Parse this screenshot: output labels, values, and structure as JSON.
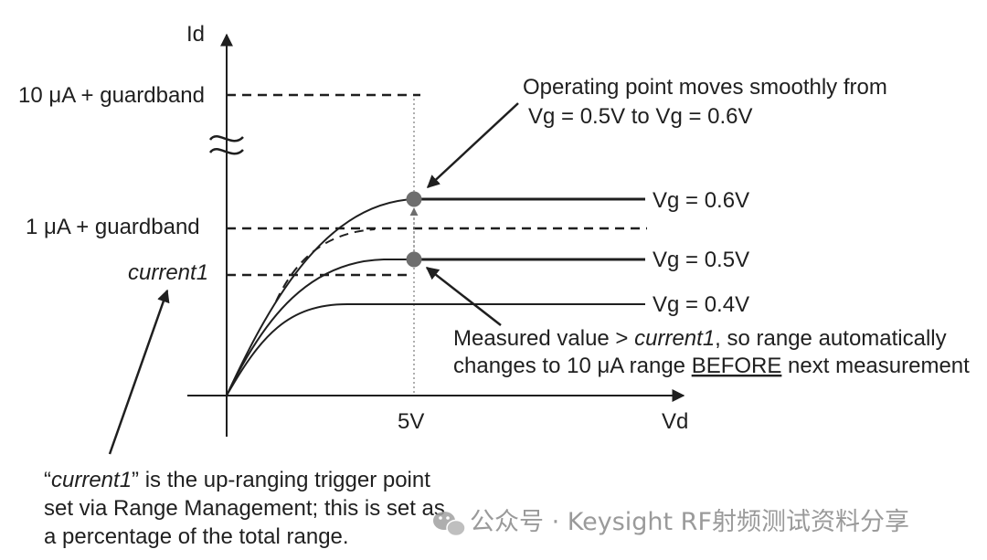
{
  "axes": {
    "y_label": "Id",
    "x_label": "Vd",
    "x_tick": "5V"
  },
  "levels": {
    "top": "10 μA + guardband",
    "middle": "1 μA + guardband",
    "trigger": "current1"
  },
  "curves": {
    "c06": "Vg = 0.6V",
    "c05": "Vg = 0.5V",
    "c04": "Vg = 0.4V"
  },
  "callouts": {
    "operating_line1": "Operating point moves smoothly from",
    "operating_line2": "Vg = 0.5V to Vg = 0.6V",
    "measured_pre": "Measured value > ",
    "measured_ital": "current1",
    "measured_post": ", so range automatically",
    "changes_pre": "changes to 10 μA range ",
    "changes_under": "BEFORE",
    "changes_post": " next measurement"
  },
  "note": {
    "line1_open": "“",
    "line1_ital": "current1",
    "line1_rest": "” is the up-ranging trigger point",
    "line2": "set via Range Management; this is set as",
    "line3": "a percentage of the total range."
  },
  "watermark": {
    "text": "公众号 · Keysight RF射频测试资料分享"
  },
  "colors": {
    "ink": "#1f1f1f",
    "dot": "#6e6e6e",
    "watermark": "#9a9a9a"
  }
}
